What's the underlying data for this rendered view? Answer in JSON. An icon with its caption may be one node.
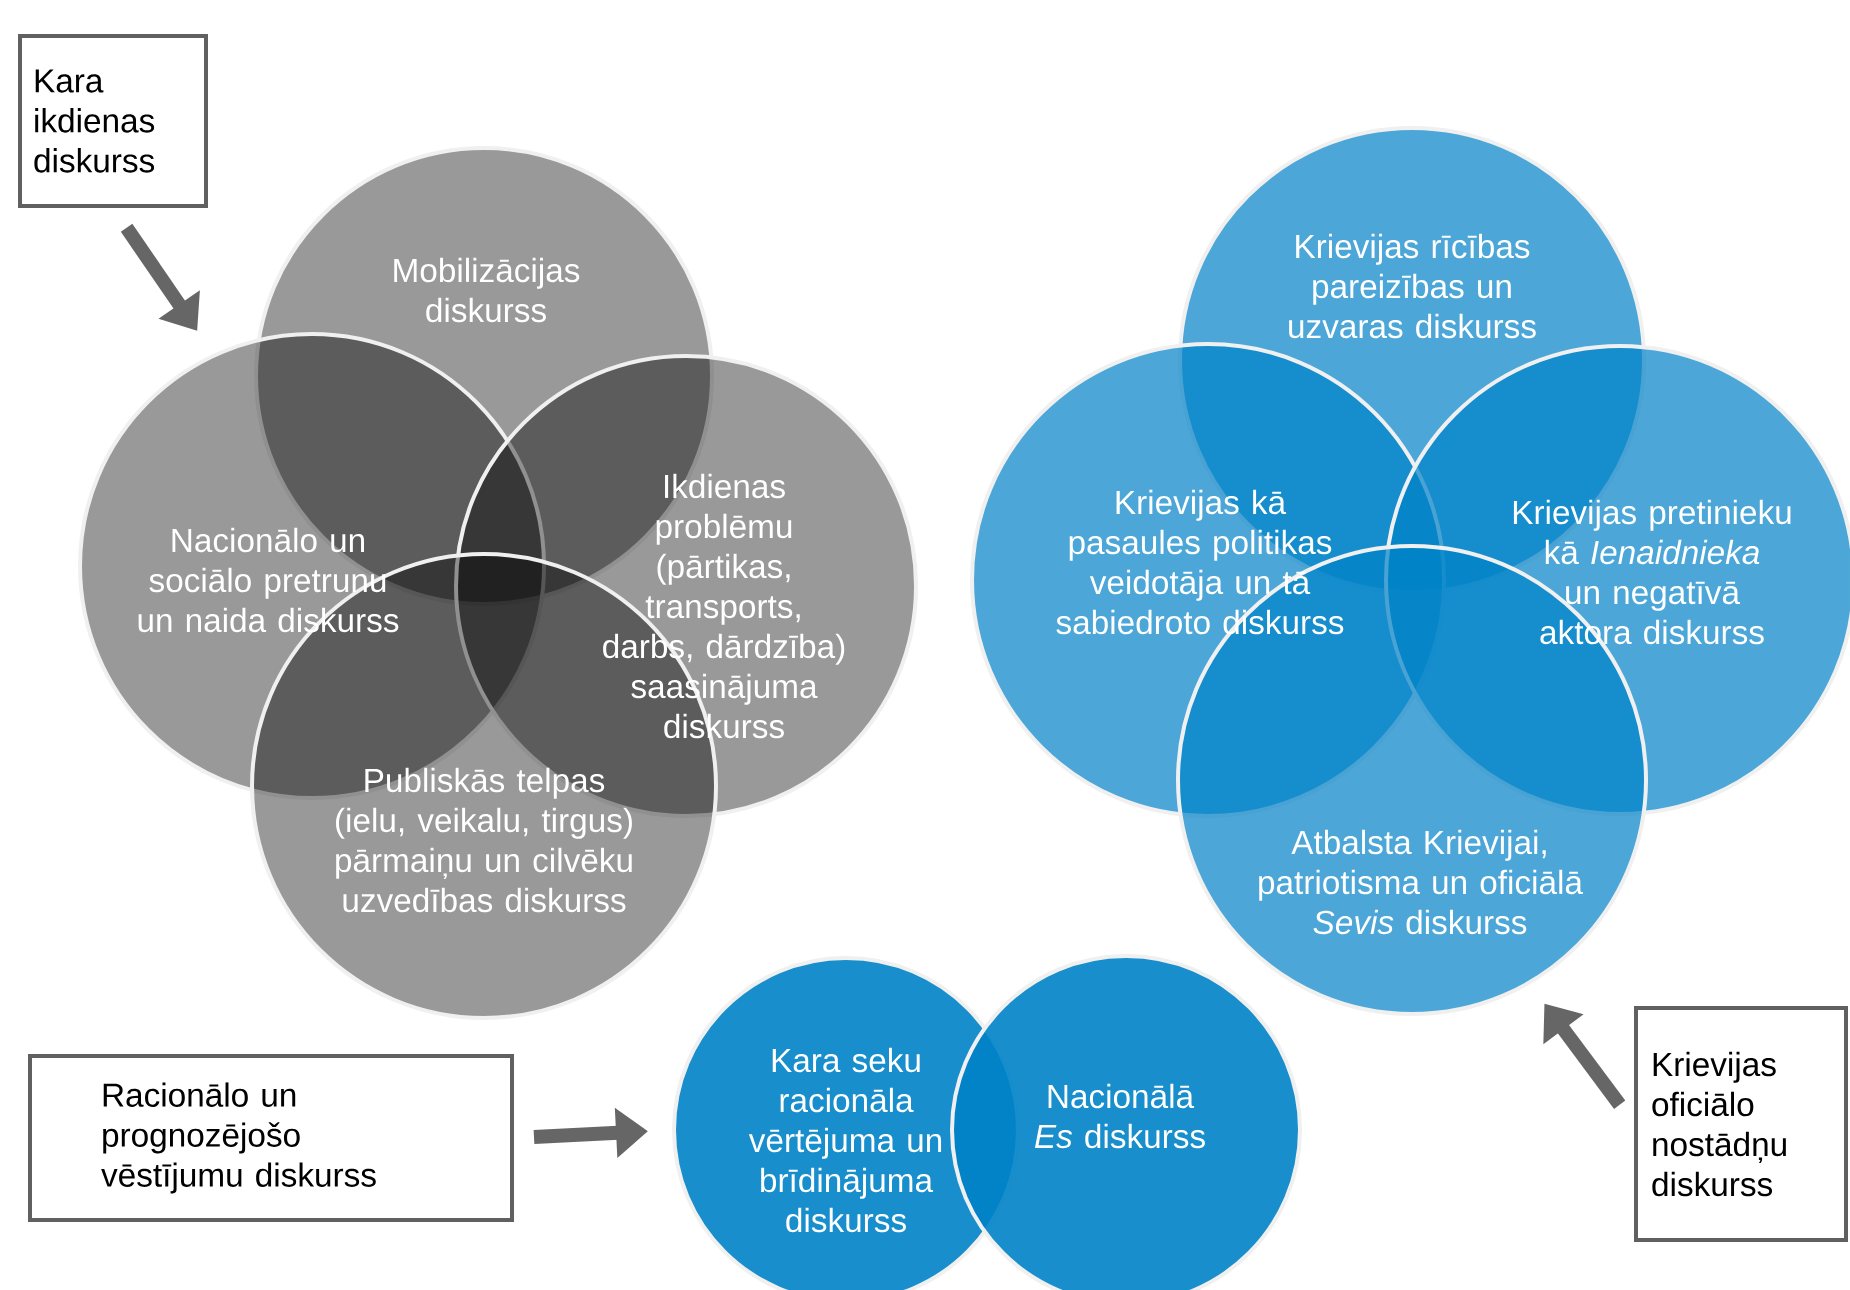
{
  "diagram": {
    "nodes": [
      {
        "text": [
          "Kara ikdienas diskurss"
        ]
      },
      {
        "text": [
          "Mobilizācijas diskurss"
        ]
      },
      {
        "text": [
          "Nacionālo un sociālo pretrunu un naida diskurss"
        ]
      },
      {
        "text": [
          "Ikdienas problēmu (pārtikas, transports, darbs, dārdzība) saasinājuma diskurss"
        ]
      },
      {
        "text": [
          "Publiskās telpas (ielu, veikalu, tirgus) pārmaiņu un cilvēku uzvedības diskurss"
        ]
      },
      {
        "text": [
          "Krievijas rīcības pareizības un uzvaras diskurss"
        ]
      },
      {
        "text": [
          "Krievijas kā pasaules politikas veidotāja un tā sabiedroto diskurss"
        ]
      },
      {
        "text": [
          "Krievijas pretinieku kā *Ienaidnieka* un negatīvā aktora diskurss"
        ]
      },
      {
        "text": [
          "Atbalsta Krievijai, patriotisma un oficiālā *Sevis* diskurss"
        ]
      },
      {
        "text": [
          "Racionālo un prognozējošo vēstījumu diskurss"
        ]
      },
      {
        "text": [
          "Kara seku racionāla vērtējuma un brīdinājuma diskurss"
        ]
      },
      {
        "text": [
          "Nacionālā *Es* diskurss"
        ]
      },
      {
        "text": [
          "Krievijas oficiālo nostādņu diskurss"
        ]
      }
    ],
    "edges": [
      {
        "from": 0,
        "to": 2,
        "arrow": "to"
      },
      {
        "from": 9,
        "to": 10,
        "arrow": "to"
      },
      {
        "from": 12,
        "to": 8,
        "arrow": "to"
      }
    ]
  }
}
